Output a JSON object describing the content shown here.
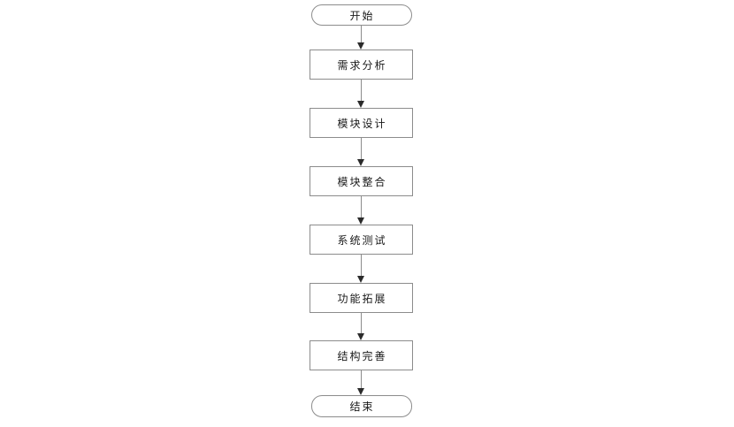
{
  "flowchart": {
    "title": "software-process-flowchart",
    "direction": "top-to-bottom",
    "nodes": [
      {
        "id": "start",
        "type": "terminator",
        "label": "开始"
      },
      {
        "id": "requirements-analysis",
        "type": "process",
        "label": "需求分析"
      },
      {
        "id": "module-design",
        "type": "process",
        "label": "模块设计"
      },
      {
        "id": "module-integration",
        "type": "process",
        "label": "模块整合"
      },
      {
        "id": "system-testing",
        "type": "process",
        "label": "系统测试"
      },
      {
        "id": "feature-expansion",
        "type": "process",
        "label": "功能拓展"
      },
      {
        "id": "structure-improvement",
        "type": "process",
        "label": "结构完善"
      },
      {
        "id": "end",
        "type": "terminator",
        "label": "结束"
      }
    ],
    "edges": [
      {
        "from": "start",
        "to": "requirements-analysis"
      },
      {
        "from": "requirements-analysis",
        "to": "module-design"
      },
      {
        "from": "module-design",
        "to": "module-integration"
      },
      {
        "from": "module-integration",
        "to": "system-testing"
      },
      {
        "from": "system-testing",
        "to": "feature-expansion"
      },
      {
        "from": "feature-expansion",
        "to": "structure-improvement"
      },
      {
        "from": "structure-improvement",
        "to": "end"
      }
    ],
    "colors": {
      "background": "#ffffff",
      "border": "#8c8c8c",
      "line": "#8c8c8c",
      "arrowhead": "#2b2b2b",
      "text": "#1a1a1a"
    }
  }
}
